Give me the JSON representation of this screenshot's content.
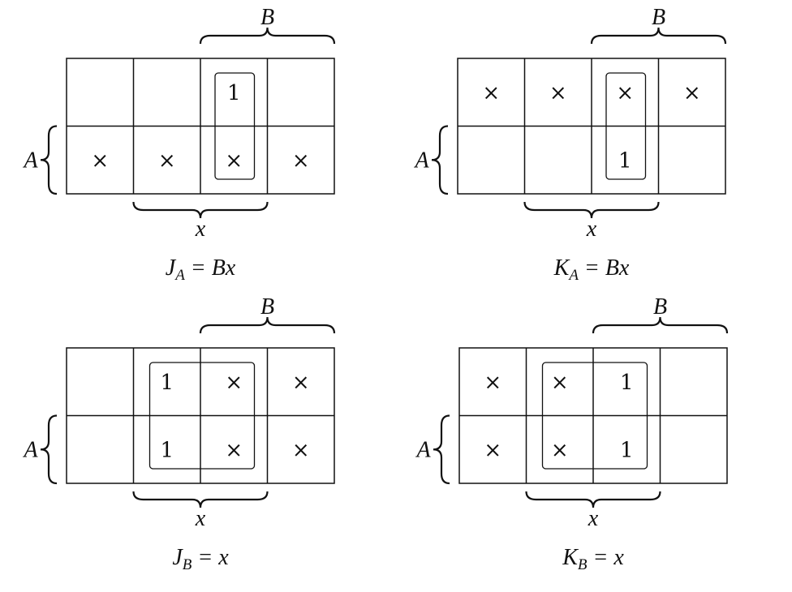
{
  "maps": [
    {
      "id": "ja",
      "row_var": "A",
      "col_var_top": "B",
      "col_var_bottom": "x",
      "cells": [
        [
          "",
          "",
          "1",
          ""
        ],
        [
          "×",
          "×",
          "×",
          "×"
        ]
      ],
      "group_columns": [
        2,
        2
      ],
      "equation": {
        "main": "J",
        "sub": "A",
        "rhs": " = Bx"
      }
    },
    {
      "id": "ka",
      "row_var": "A",
      "col_var_top": "B",
      "col_var_bottom": "x",
      "cells": [
        [
          "×",
          "×",
          "×",
          "×"
        ],
        [
          "",
          "",
          "1",
          ""
        ]
      ],
      "group_columns": [
        2,
        2
      ],
      "equation": {
        "main": "K",
        "sub": "A",
        "rhs": " = Bx"
      }
    },
    {
      "id": "jb",
      "row_var": "A",
      "col_var_top": "B",
      "col_var_bottom": "x",
      "cells": [
        [
          "",
          "1",
          "×",
          "×"
        ],
        [
          "",
          "1",
          "×",
          "×"
        ]
      ],
      "group_columns": [
        1,
        2
      ],
      "equation": {
        "main": "J",
        "sub": "B",
        "rhs": " = x"
      }
    },
    {
      "id": "kb",
      "row_var": "A",
      "col_var_top": "B",
      "col_var_bottom": "x",
      "cells": [
        [
          "×",
          "×",
          "1",
          ""
        ],
        [
          "×",
          "×",
          "1",
          ""
        ]
      ],
      "group_columns": [
        1,
        2
      ],
      "equation": {
        "main": "K",
        "sub": "B",
        "rhs": " = x"
      }
    }
  ]
}
